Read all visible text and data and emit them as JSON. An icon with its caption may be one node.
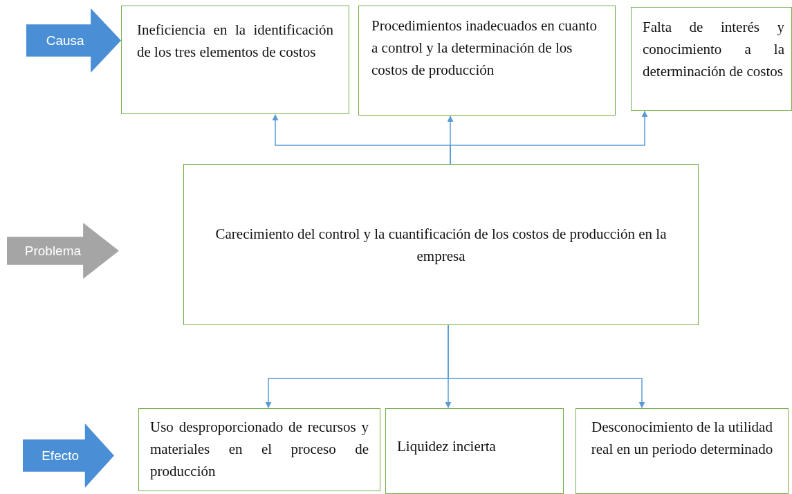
{
  "diagram": {
    "nodes": [
      {
        "text": [
          "Causa"
        ]
      },
      {
        "text": [
          "Ineficiencia en la identificación de los tres elementos de costos"
        ]
      },
      {
        "text": [
          "Procedimientos inadecuados en cuanto a control y la determinación de los costos de producción"
        ]
      },
      {
        "text": [
          "Falta de interés y conocimiento a la determinación de costos"
        ]
      },
      {
        "text": [
          "Problema"
        ]
      },
      {
        "text": [
          "Carecimiento del control y la cuantificación de los costos de producción en la empresa"
        ]
      },
      {
        "text": [
          "Efecto"
        ]
      },
      {
        "text": [
          "Uso desproporcionado de recursos y materiales en el proceso de producción"
        ]
      },
      {
        "text": [
          "Liquidez incierta"
        ]
      },
      {
        "text": [
          "Desconocimiento de la utilidad real en un periodo determinado"
        ]
      }
    ],
    "edges": [
      {
        "from": 5,
        "to": 1,
        "arrow": "to"
      },
      {
        "from": 5,
        "to": 2,
        "arrow": "to"
      },
      {
        "from": 5,
        "to": 3,
        "arrow": "to"
      },
      {
        "from": 5,
        "to": 7,
        "arrow": "to"
      },
      {
        "from": 5,
        "to": 8,
        "arrow": "to"
      },
      {
        "from": 5,
        "to": 9,
        "arrow": "to"
      }
    ]
  }
}
